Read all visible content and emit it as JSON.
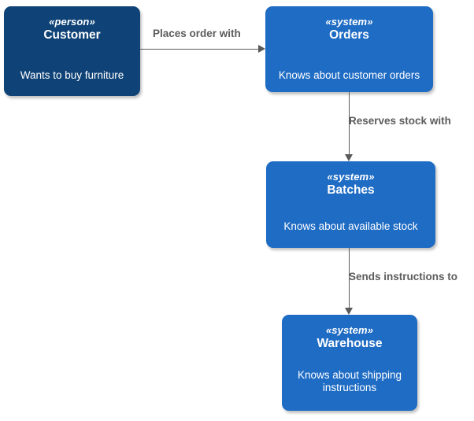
{
  "diagram": {
    "type": "c4-context-diagram",
    "colors": {
      "person_fill": "#0f4377",
      "system_fill": "#1f6cc4",
      "connector": "#5a5a5a",
      "label_text": "#5c5c5c",
      "node_text": "#ffffff",
      "background": "#ffffff"
    },
    "nodes": [
      {
        "id": "customer",
        "stereotype": "«person»",
        "title": "Customer",
        "description": "Wants to buy furniture",
        "kind": "person"
      },
      {
        "id": "orders",
        "stereotype": "«system»",
        "title": "Orders",
        "description": "Knows about customer orders",
        "kind": "system"
      },
      {
        "id": "batches",
        "stereotype": "«system»",
        "title": "Batches",
        "description": "Knows about available stock",
        "kind": "system"
      },
      {
        "id": "warehouse",
        "stereotype": "«system»",
        "title": "Warehouse",
        "description": "Knows about shipping instructions",
        "kind": "system"
      }
    ],
    "edges": [
      {
        "id": "customer-orders",
        "from": "customer",
        "to": "orders",
        "label": "Places order with",
        "direction": "right"
      },
      {
        "id": "orders-batches",
        "from": "orders",
        "to": "batches",
        "label": "Reserves stock with",
        "direction": "down"
      },
      {
        "id": "batches-warehouse",
        "from": "batches",
        "to": "warehouse",
        "label": "Sends instructions to",
        "direction": "down"
      }
    ]
  }
}
